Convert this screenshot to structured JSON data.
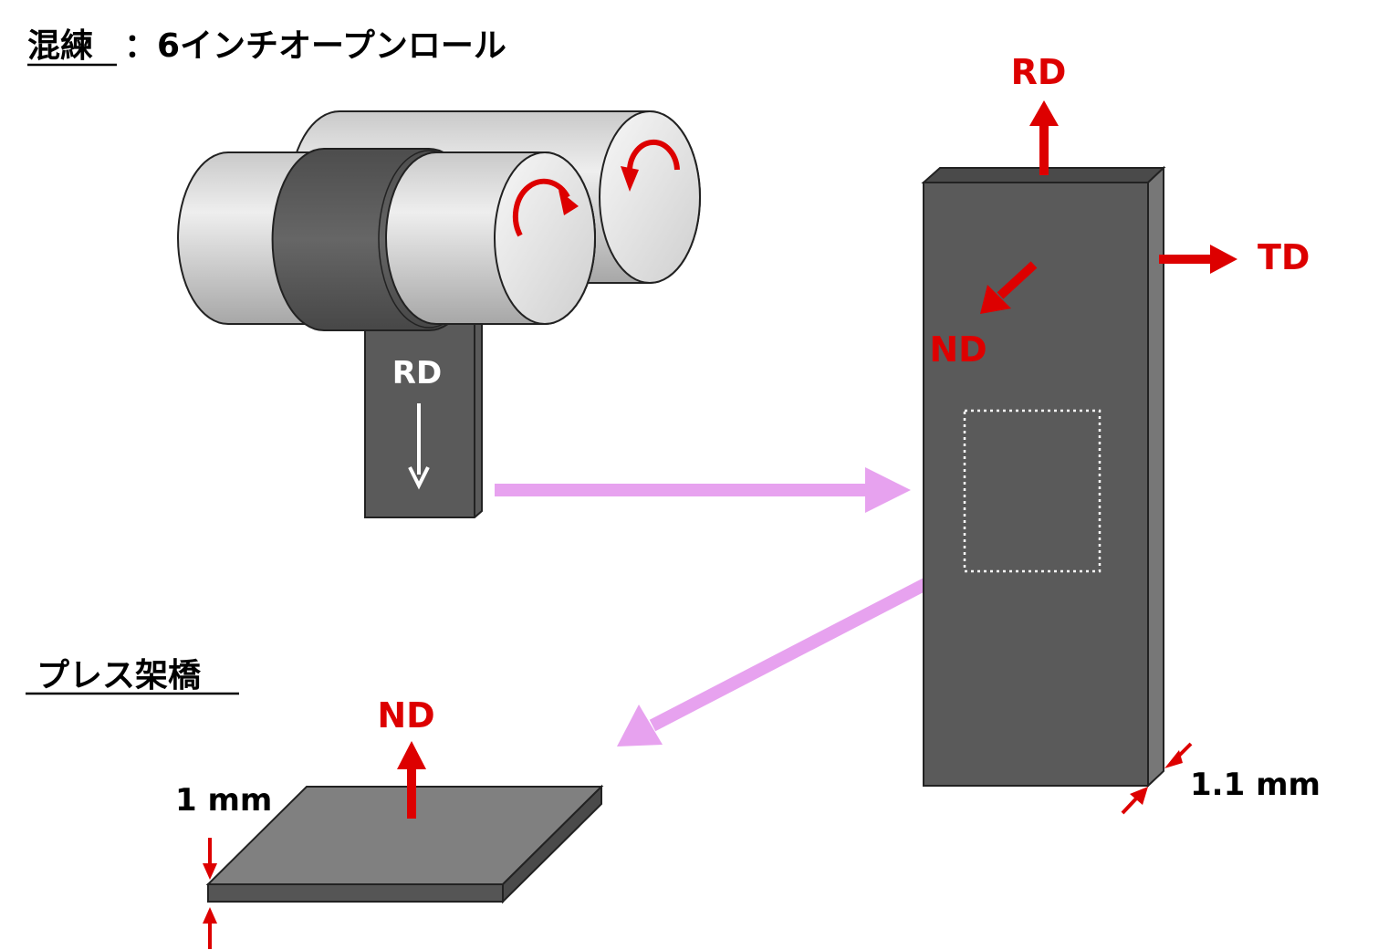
{
  "mixing": {
    "underlined_label": "混練",
    "rest_label": "：6インチオープンロール"
  },
  "roll_sheet": {
    "label": "RD"
  },
  "sheet": {
    "label_rd": "RD",
    "label_td": "TD",
    "label_nd": "ND",
    "thickness_label": "1.1 mm"
  },
  "press": {
    "title": "プレス架橋",
    "label_nd": "ND",
    "thickness_label": "1 mm"
  },
  "colors": {
    "red": "#dd0000",
    "pink": "#e7a2ef",
    "dark": "#5a5a5a",
    "roll_light": "#dedede",
    "white": "#ffffff"
  }
}
